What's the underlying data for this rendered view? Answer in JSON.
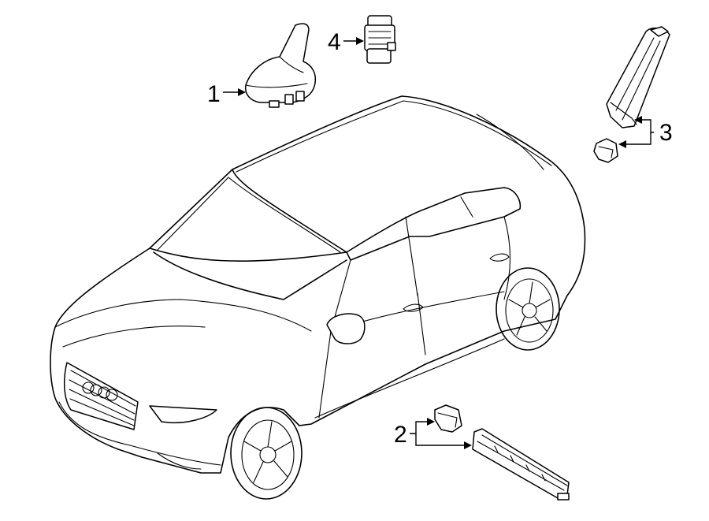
{
  "callouts": [
    {
      "id": "1",
      "label": "1"
    },
    {
      "id": "2",
      "label": "2"
    },
    {
      "id": "3",
      "label": "3"
    },
    {
      "id": "4",
      "label": "4"
    }
  ],
  "colors": {
    "line": "#000000",
    "background": "#ffffff"
  },
  "parts": {
    "vehicle": "suv-vehicle",
    "p1": "roof-antenna",
    "p2": "antenna-module-with-bracket",
    "p3": "antenna-module-with-bracket",
    "p4": "antenna-connector"
  }
}
